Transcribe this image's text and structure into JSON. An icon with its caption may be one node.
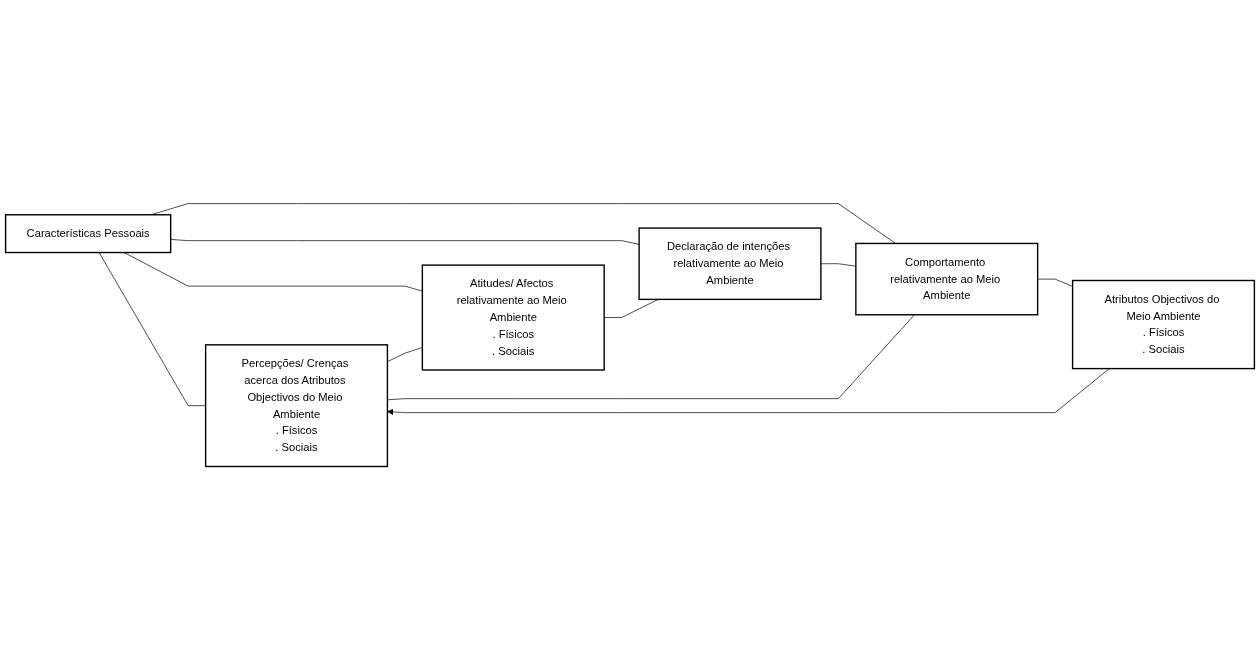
{
  "diagram": {
    "nodes": [
      {
        "text": [
          "Características Pessoais"
        ]
      },
      {
        "text": [
          "Atributos Objectivos do Meio Ambiente",
          ". Físicos",
          ". Sociais"
        ]
      },
      {
        "text": [
          "Percepções/ Crenças acerca dos Atributos Objectivos do Meio Ambiente",
          ". Físicos",
          ". Sociais"
        ]
      },
      {
        "text": [
          "Atitudes/ Afectos relativamente ao Meio Ambiente",
          ". Físicos",
          ". Sociais"
        ]
      },
      {
        "text": [
          "Declaração de intenções relativamente ao Meio Ambiente"
        ]
      },
      {
        "text": [
          "Comportamento relativamente ao Meio Ambiente"
        ]
      }
    ],
    "edges": [
      {
        "from": 1,
        "to": 2,
        "arrow": "to"
      },
      {
        "from": 0,
        "to": 2,
        "arrow": "none"
      },
      {
        "from": 0,
        "to": 3,
        "arrow": "none"
      },
      {
        "from": 0,
        "to": 4,
        "arrow": "none"
      },
      {
        "from": 0,
        "to": 5,
        "arrow": "none"
      },
      {
        "from": 2,
        "to": 3,
        "arrow": "none"
      },
      {
        "from": 3,
        "to": 4,
        "arrow": "none"
      },
      {
        "from": 4,
        "to": 5,
        "arrow": "none"
      },
      {
        "from": 2,
        "to": 5,
        "arrow": "none"
      },
      {
        "from": 5,
        "to": 1,
        "arrow": "none"
      }
    ]
  }
}
